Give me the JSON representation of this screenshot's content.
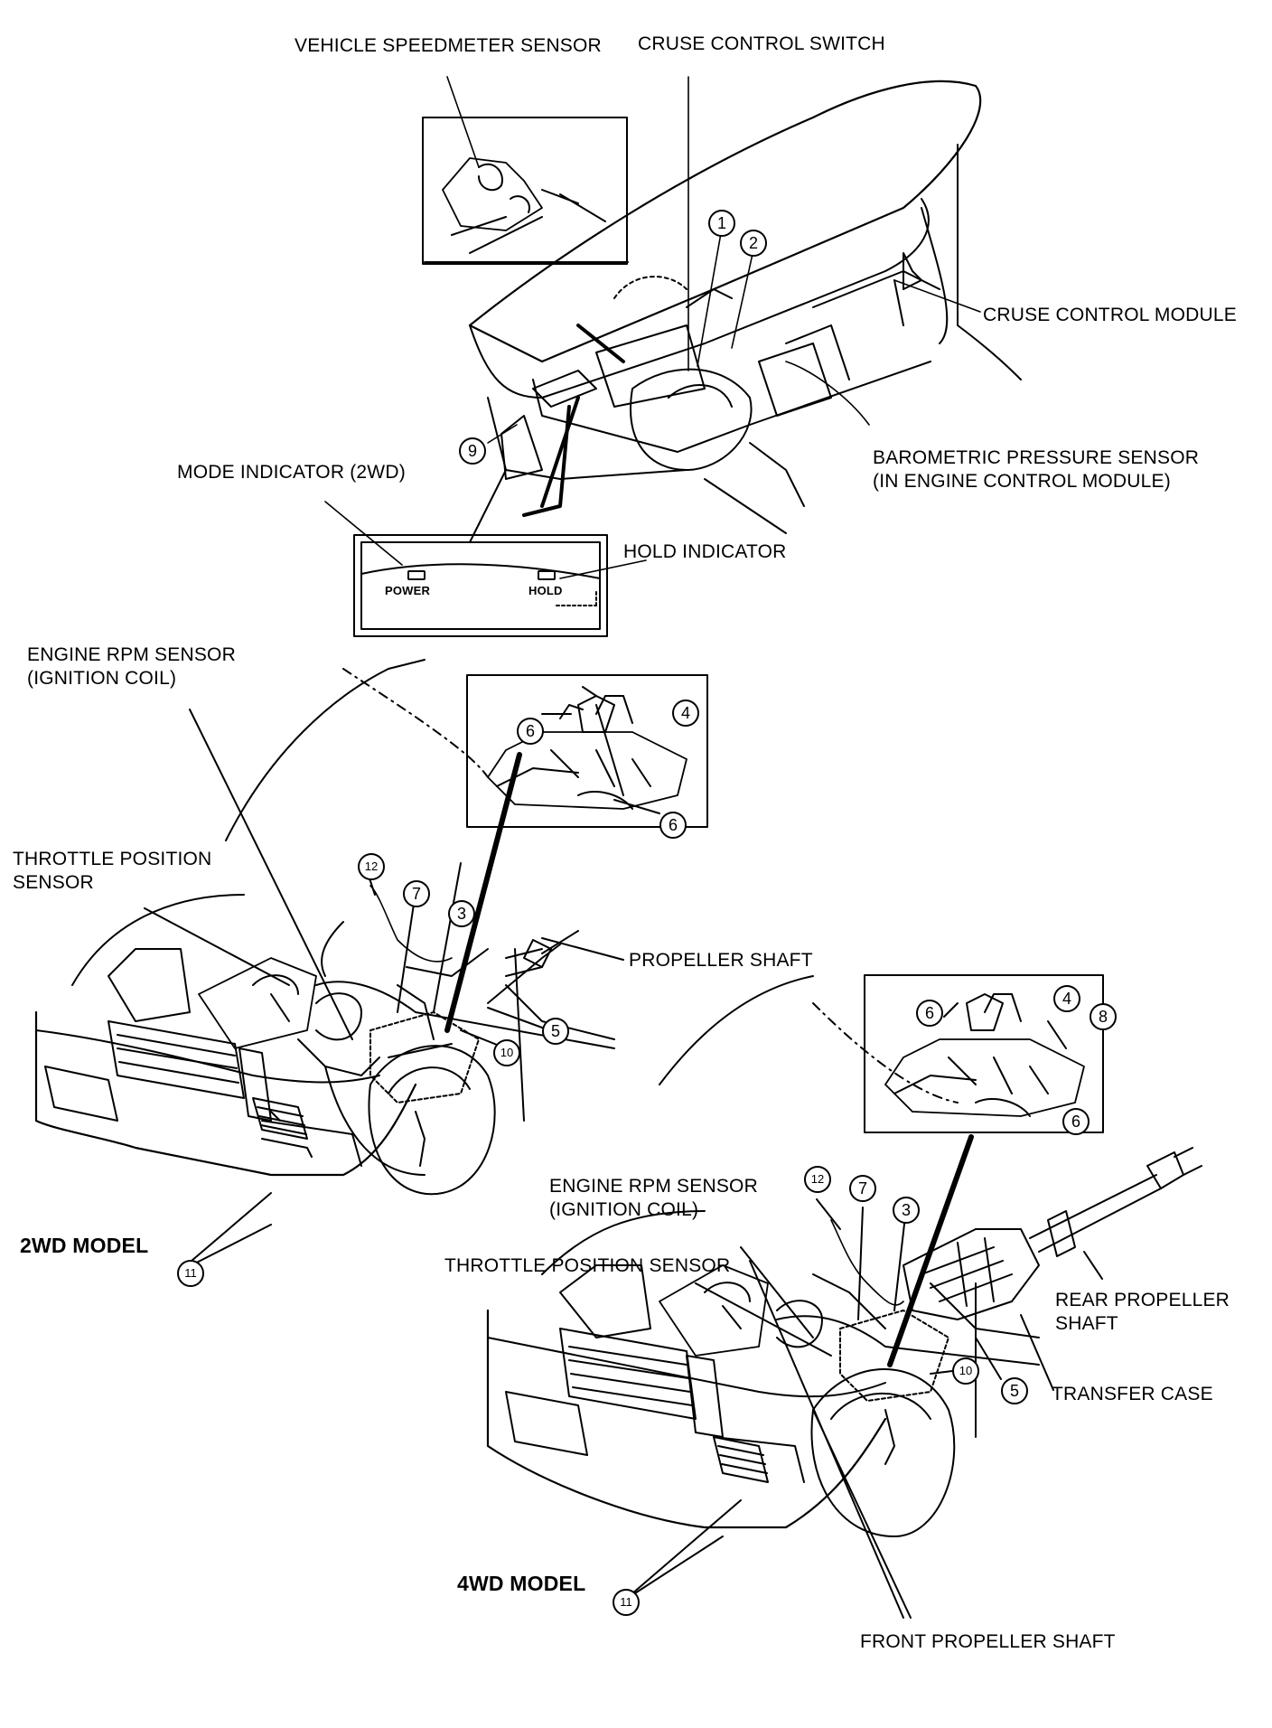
{
  "labels": {
    "vehicle_speedometer_sensor": "VEHICLE SPEEDMETER SENSOR",
    "cruse_control_switch": "CRUSE CONTROL SWITCH",
    "cruse_control_module": "CRUSE CONTROL MODULE",
    "barometric_pressure_sensor_1": "BAROMETRIC PRESSURE SENSOR",
    "barometric_pressure_sensor_2": "(IN ENGINE CONTROL MODULE)",
    "mode_indicator": "MODE INDICATOR (2WD)",
    "hold_indicator": "HOLD INDICATOR",
    "power_label": "POWER",
    "hold_label": "HOLD",
    "engine_rpm_sensor_2wd_1": "ENGINE RPM SENSOR",
    "engine_rpm_sensor_2wd_2": "(IGNITION COIL)",
    "throttle_position_sensor_2wd_1": "THROTTLE POSITION",
    "throttle_position_sensor_2wd_2": "SENSOR",
    "propeller_shaft": "PROPELLER SHAFT",
    "model_2wd": "2WD MODEL",
    "engine_rpm_sensor_4wd_1": "ENGINE RPM SENSOR",
    "engine_rpm_sensor_4wd_2": "(IGNITION COIL)",
    "throttle_position_sensor_4wd": "THROTTLE POSITION SENSOR",
    "rear_propeller_shaft_1": "REAR PROPELLER",
    "rear_propeller_shaft_2": "SHAFT",
    "transfer_case": "TRANSFER CASE",
    "model_4wd": "4WD MODEL",
    "front_propeller_shaft": "FRONT PROPELLER SHAFT"
  },
  "callouts": {
    "c1": "1",
    "c2": "2",
    "c9": "9",
    "c6a": "6",
    "c4a": "4",
    "c6b": "6",
    "c12a": "12",
    "c7a": "7",
    "c3a": "3",
    "c5a": "5",
    "c10a": "10",
    "c11a": "11",
    "c6c": "6",
    "c4b": "4",
    "c8": "8",
    "c6d": "6",
    "c12b": "12",
    "c7b": "7",
    "c3b": "3",
    "c5b": "5",
    "c10b": "10",
    "c11b": "11"
  }
}
